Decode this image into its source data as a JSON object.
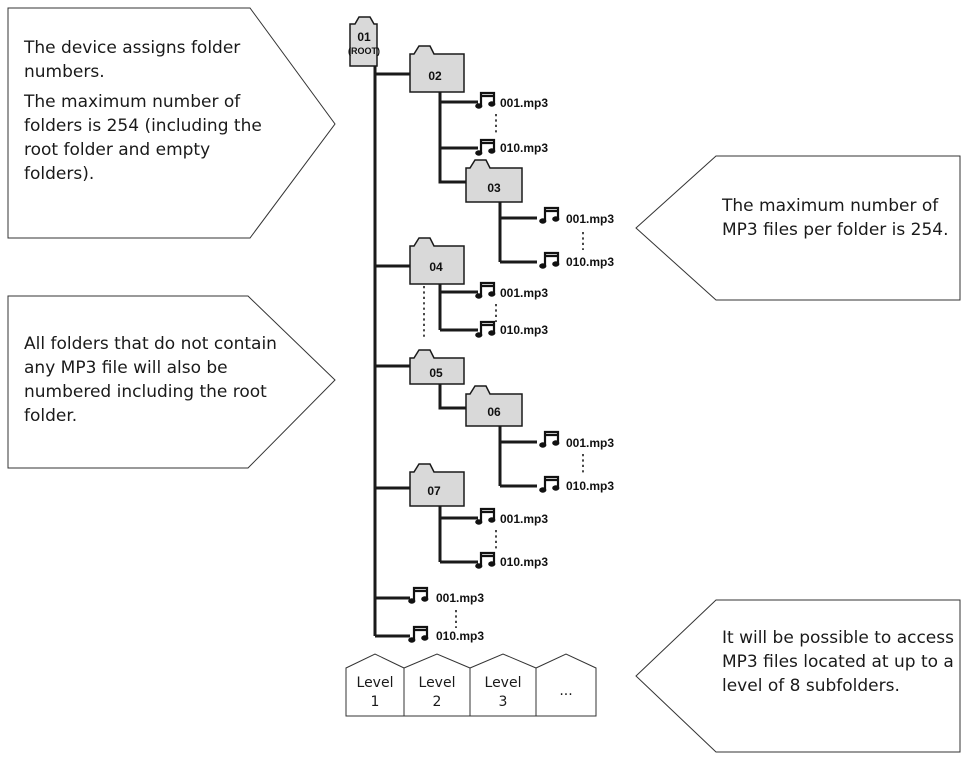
{
  "callouts": {
    "assign": {
      "line1": "The device assigns folder numbers.",
      "line2": "The maximum number of folders is 254 (including the root folder and empty folders)."
    },
    "numbered": "All folders that do not contain any MP3 file will also be numbered including the root folder.",
    "max_files": "The maximum number of MP3 files per folder is 254.",
    "levels": "It will be possible to access MP3 files located at up to a level of 8 subfolders."
  },
  "tree": {
    "root": {
      "number": "01",
      "label": "(ROOT)"
    },
    "folders": [
      "02",
      "03",
      "04",
      "05",
      "06",
      "07"
    ],
    "file_first": "001.mp3",
    "file_last": "010.mp3"
  },
  "levels": [
    {
      "label": "Level",
      "number": "1"
    },
    {
      "label": "Level",
      "number": "2"
    },
    {
      "label": "Level",
      "number": "3"
    },
    {
      "label": "..."
    }
  ],
  "colors": {
    "folder_fill": "#d9d9d9",
    "line": "#1a1a1a"
  }
}
